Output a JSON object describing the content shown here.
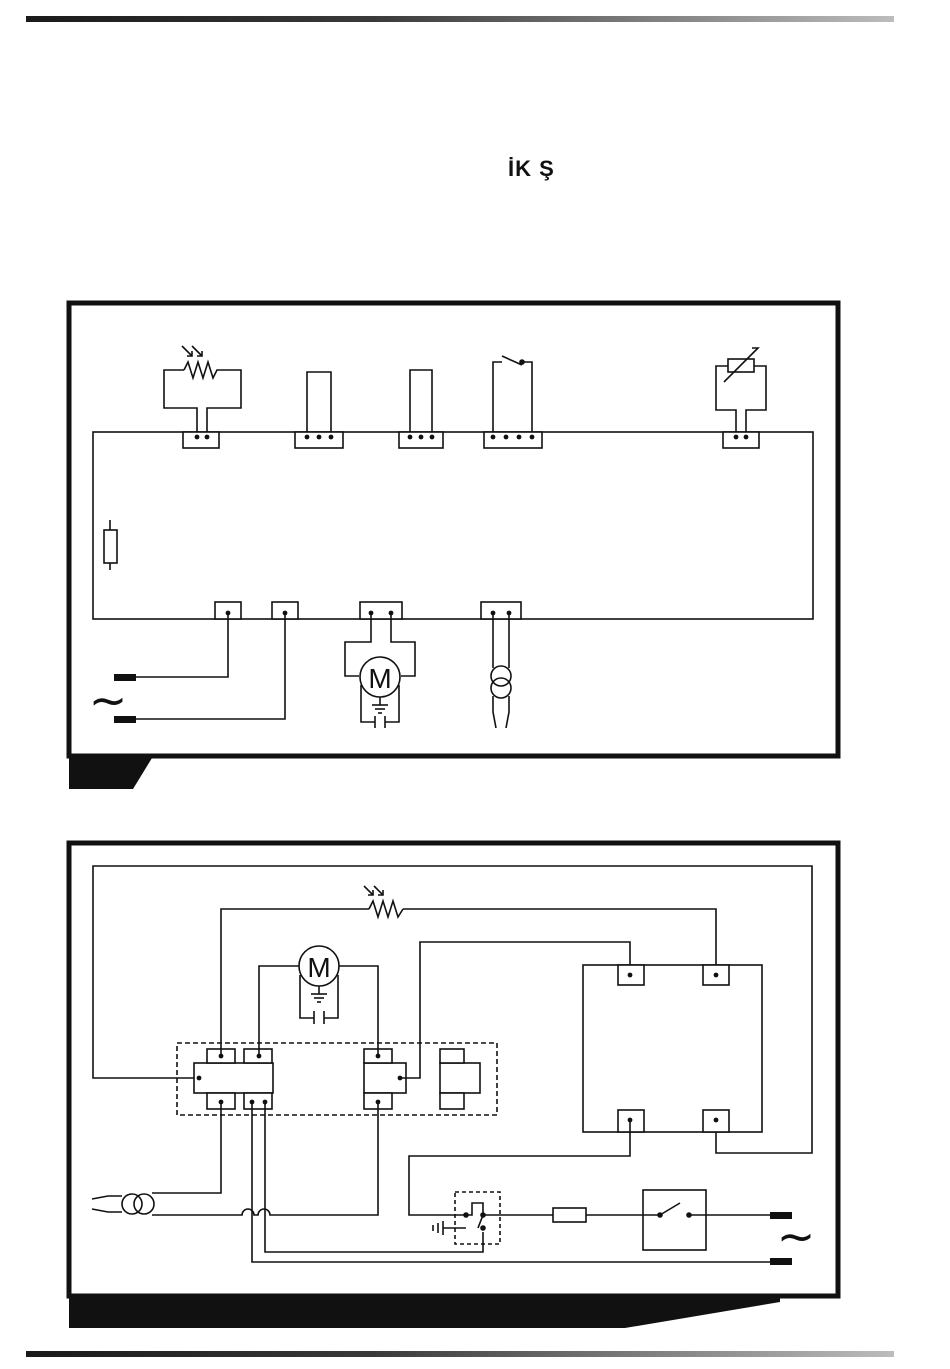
{
  "page": {
    "heading": "İK Ş"
  },
  "diagram1": {
    "motor_label": "M",
    "supply_symbol": "~"
  },
  "diagram2": {
    "motor_label": "M",
    "supply_symbol": "~"
  },
  "colors": {
    "ink": "#111111",
    "rule_dark": "#1a1a1a",
    "rule_light": "#bcbcbc"
  }
}
